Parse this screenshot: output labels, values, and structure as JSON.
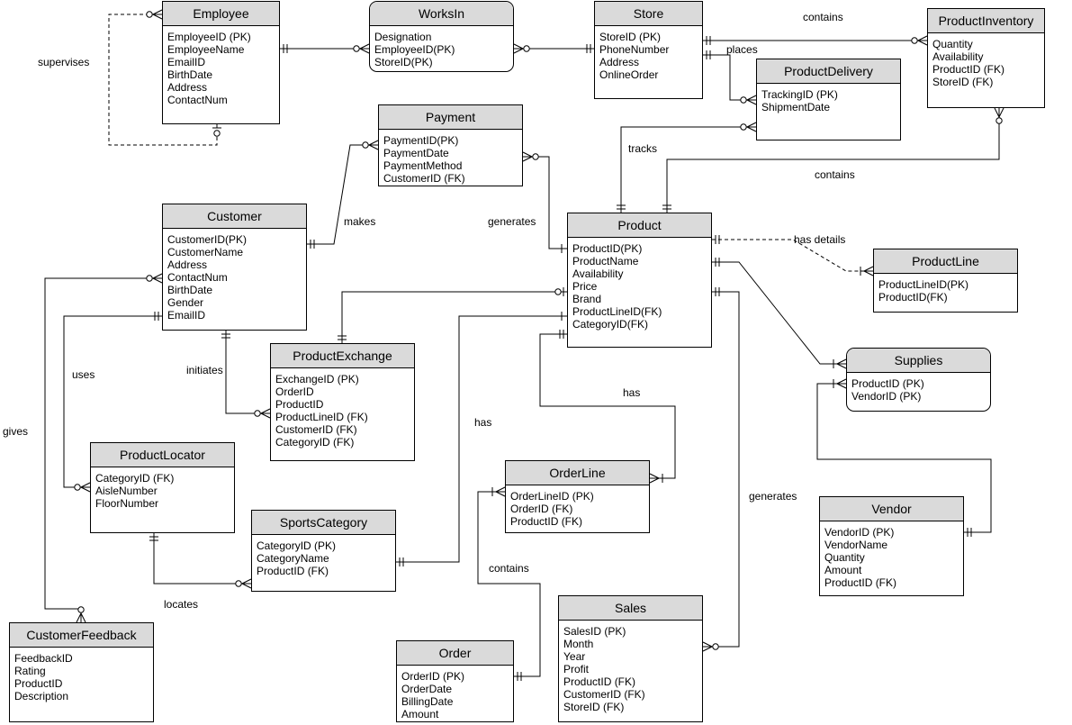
{
  "entities": [
    {
      "name": "Employee",
      "attributes": [
        "EmployeeID (PK)",
        "EmployeeName",
        "EmailID",
        "BirthDate",
        "Address",
        "ContactNum"
      ]
    },
    {
      "name": "WorksIn",
      "attributes": [
        "Designation",
        "EmployeeID(PK)",
        "StoreID(PK)"
      ]
    },
    {
      "name": "Store",
      "attributes": [
        "StoreID (PK)",
        "PhoneNumber",
        "Address",
        "OnlineOrder"
      ]
    },
    {
      "name": "ProductInventory",
      "attributes": [
        "Quantity",
        "Availability",
        "ProductID (FK)",
        "StoreID (FK)"
      ]
    },
    {
      "name": "ProductDelivery",
      "attributes": [
        "TrackingID (PK)",
        "ShipmentDate"
      ]
    },
    {
      "name": "Payment",
      "attributes": [
        "PaymentID(PK)",
        "PaymentDate",
        "PaymentMethod",
        "CustomerID (FK)"
      ]
    },
    {
      "name": "Customer",
      "attributes": [
        "CustomerID(PK)",
        "CustomerName",
        "Address",
        "ContactNum",
        "BirthDate",
        "Gender",
        "EmailID"
      ]
    },
    {
      "name": "Product",
      "attributes": [
        "ProductID(PK)",
        "ProductName",
        "Availability",
        "Price",
        "Brand",
        "ProductLineID(FK)",
        "CategoryID(FK)"
      ]
    },
    {
      "name": "ProductLine",
      "attributes": [
        "ProductLineID(PK)",
        "ProductID(FK)"
      ]
    },
    {
      "name": "ProductExchange",
      "attributes": [
        "ExchangeID (PK)",
        "OrderID",
        "ProductID",
        "ProductLineID (FK)",
        "CustomerID (FK)",
        "CategoryID (FK)"
      ]
    },
    {
      "name": "Supplies",
      "attributes": [
        "ProductID (PK)",
        "VendorID (PK)"
      ]
    },
    {
      "name": "ProductLocator",
      "attributes": [
        "CategoryID (FK)",
        "AisleNumber",
        "FloorNumber"
      ]
    },
    {
      "name": "OrderLine",
      "attributes": [
        "OrderLineID (PK)",
        "OrderID (FK)",
        "ProductID (FK)"
      ]
    },
    {
      "name": "SportsCategory",
      "attributes": [
        "CategoryID (PK)",
        "CategoryName",
        "ProductID (FK)"
      ]
    },
    {
      "name": "Vendor",
      "attributes": [
        "VendorID (PK)",
        "VendorName",
        "Quantity",
        "Amount",
        "ProductID (FK)"
      ]
    },
    {
      "name": "Sales",
      "attributes": [
        "SalesID (PK)",
        "Month",
        "Year",
        "Profit",
        "ProductID (FK)",
        "CustomerID (FK)",
        "StoreID (FK)"
      ]
    },
    {
      "name": "Order",
      "attributes": [
        "OrderID (PK)",
        "OrderDate",
        "BillingDate",
        "Amount"
      ]
    },
    {
      "name": "CustomerFeedback",
      "attributes": [
        "FeedbackID",
        "Rating",
        "ProductID",
        "Description"
      ]
    }
  ],
  "relationships": [
    {
      "label": "supervises",
      "from": "Employee",
      "to": "Employee",
      "from_card": "zero-or-one",
      "to_card": "zero-or-many",
      "style": "dashed"
    },
    {
      "label": "",
      "from": "Employee",
      "to": "WorksIn",
      "from_card": "one-and-only-one",
      "to_card": "zero-or-many"
    },
    {
      "label": "",
      "from": "WorksIn",
      "to": "Store",
      "from_card": "zero-or-many",
      "to_card": "one-and-only-one"
    },
    {
      "label": "contains",
      "from": "Store",
      "to": "ProductInventory",
      "from_card": "one-and-only-one",
      "to_card": "zero-or-many"
    },
    {
      "label": "places",
      "from": "Store",
      "to": "ProductDelivery",
      "from_card": "one-and-only-one",
      "to_card": "zero-or-many"
    },
    {
      "label": "tracks",
      "from": "Product",
      "to": "ProductDelivery",
      "from_card": "one-and-only-one",
      "to_card": "zero-or-many"
    },
    {
      "label": "contains",
      "from": "Product",
      "to": "ProductInventory",
      "from_card": "one-and-only-one",
      "to_card": "zero-or-many"
    },
    {
      "label": "makes",
      "from": "Customer",
      "to": "Payment",
      "from_card": "one-and-only-one",
      "to_card": "zero-or-many"
    },
    {
      "label": "generates",
      "from": "Payment",
      "to": "Product",
      "from_card": "zero-or-many",
      "to_card": "one"
    },
    {
      "label": "has details",
      "from": "Product",
      "to": "ProductLine",
      "from_card": "one-and-only-one",
      "to_card": "one-or-many",
      "style": "dashed"
    },
    {
      "label": "",
      "from": "Product",
      "to": "Supplies",
      "from_card": "one-and-only-one",
      "to_card": "one-or-many"
    },
    {
      "label": "",
      "from": "Vendor",
      "to": "Supplies",
      "from_card": "one-and-only-one",
      "to_card": "one-or-many"
    },
    {
      "label": "",
      "from": "Product",
      "to": "ProductExchange",
      "from_card": "zero-or-one",
      "to_card": "one-and-only-one"
    },
    {
      "label": "initiates",
      "from": "Customer",
      "to": "ProductExchange",
      "from_card": "one-and-only-one",
      "to_card": "zero-or-many"
    },
    {
      "label": "uses",
      "from": "Customer",
      "to": "ProductLocator",
      "from_card": "one-and-only-one",
      "to_card": "zero-or-many"
    },
    {
      "label": "gives",
      "from": "Customer",
      "to": "CustomerFeedback",
      "from_card": "zero-or-many",
      "to_card": "zero-or-many"
    },
    {
      "label": "has",
      "from": "Product",
      "to": "OrderLine",
      "from_card": "one-and-only-one",
      "to_card": "one-or-many"
    },
    {
      "label": "has",
      "from": "SportsCategory",
      "to": "Product",
      "from_card": "one-and-only-one",
      "to_card": "one"
    },
    {
      "label": "locates",
      "from": "ProductLocator",
      "to": "SportsCategory",
      "from_card": "one-and-only-one",
      "to_card": "zero-or-many"
    },
    {
      "label": "contains",
      "from": "Order",
      "to": "OrderLine",
      "from_card": "one-and-only-one",
      "to_card": "one-or-many"
    },
    {
      "label": "generates",
      "from": "Product",
      "to": "Sales",
      "from_card": "one-and-only-one",
      "to_card": "zero-or-many"
    }
  ]
}
